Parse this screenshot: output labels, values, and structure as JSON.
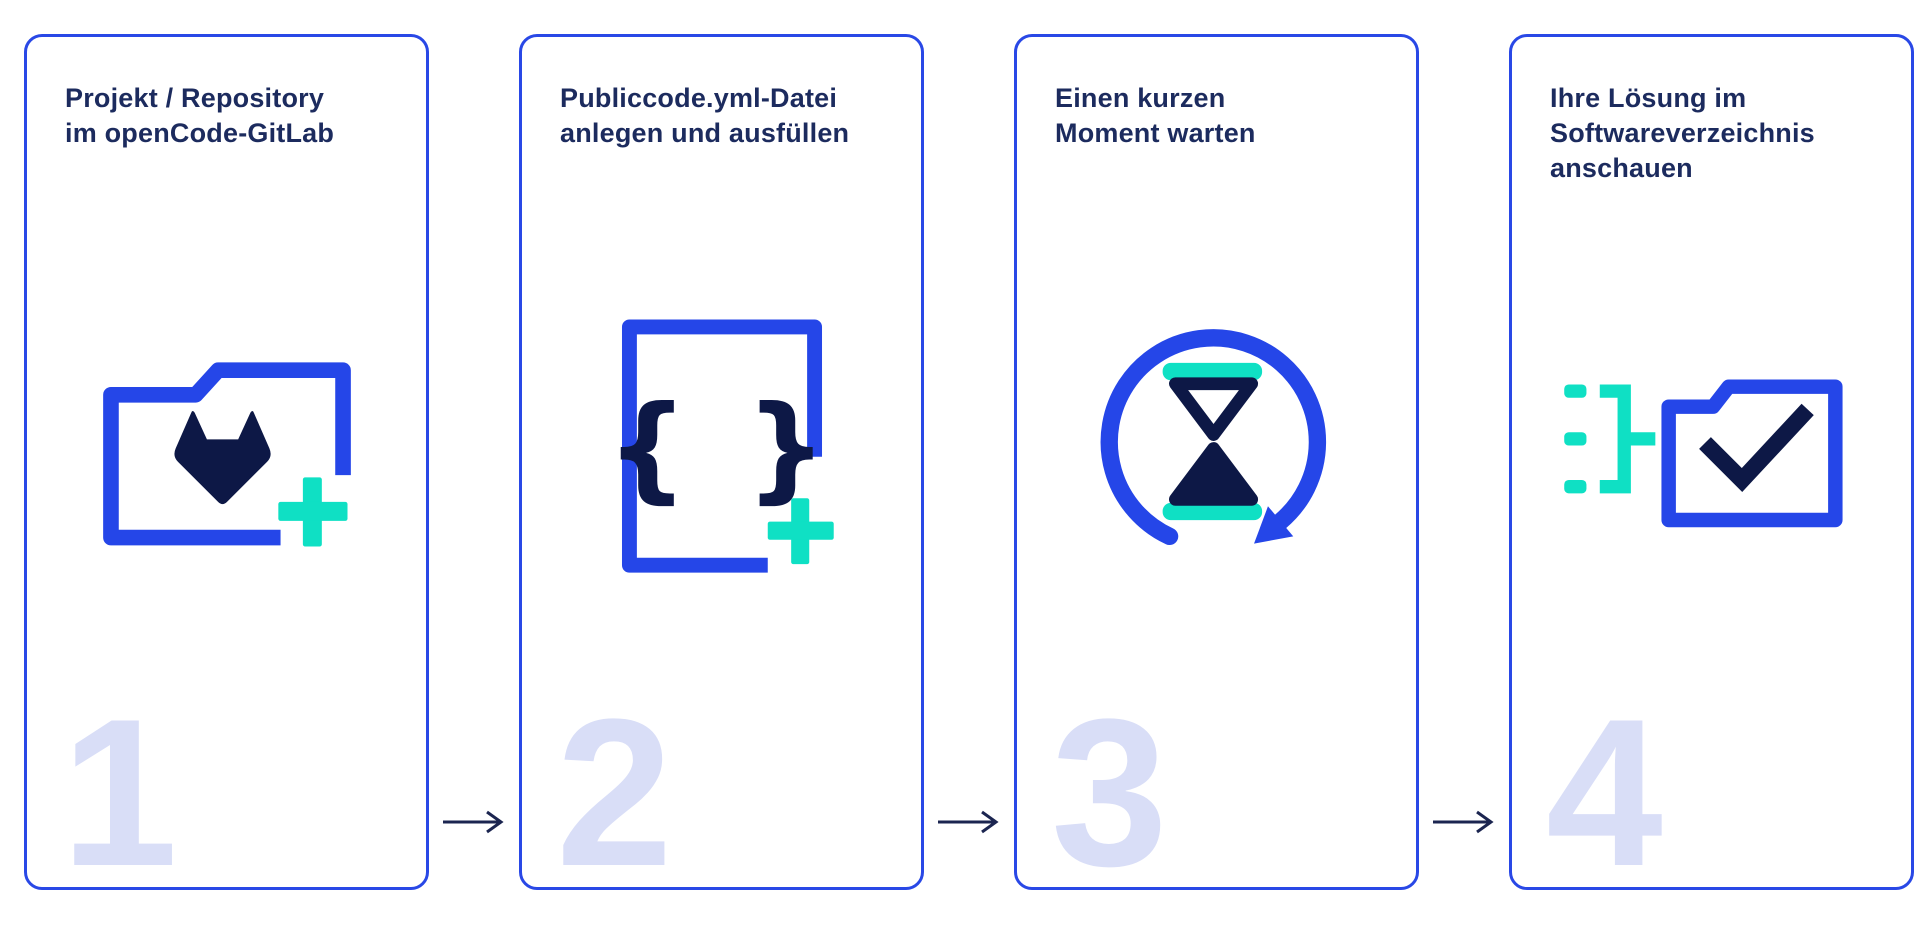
{
  "colors": {
    "card_border": "#2948e6",
    "title": "#1c2b5e",
    "icon_blue": "#2546e8",
    "icon_teal": "#0fe0c4",
    "icon_navy": "#0d1846",
    "number": "#d9def7",
    "arrow": "#1b2550",
    "background": "#ffffff"
  },
  "steps": [
    {
      "number": "1",
      "title": "Projekt / Repository\nim openCode-GitLab",
      "icon": "gitlab-repository-add-icon"
    },
    {
      "number": "2",
      "title": "Publiccode.yml-Datei\nanlegen und ausfüllen",
      "icon": "publiccode-file-add-icon"
    },
    {
      "number": "3",
      "title": "Einen kurzen\nMoment warten",
      "icon": "wait-refresh-hourglass-icon"
    },
    {
      "number": "4",
      "title": "Ihre Lösung im\nSoftwareverzeichnis\nanschauen",
      "icon": "software-directory-check-icon"
    }
  ]
}
